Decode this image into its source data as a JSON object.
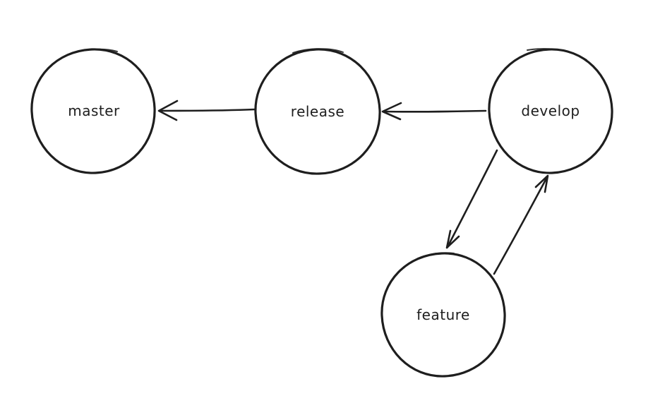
{
  "colors": {
    "ink": "#1e1e1e",
    "background": "#ffffff"
  },
  "diagram": {
    "type": "directed-graph",
    "style": "hand-drawn-sketch",
    "nodes": [
      {
        "id": "master",
        "label": "master",
        "shape": "circle"
      },
      {
        "id": "release",
        "label": "release",
        "shape": "circle"
      },
      {
        "id": "develop",
        "label": "develop",
        "shape": "circle"
      },
      {
        "id": "feature",
        "label": "feature",
        "shape": "circle"
      }
    ],
    "edges": [
      {
        "from": "release",
        "to": "master",
        "arrowhead": "open-v"
      },
      {
        "from": "develop",
        "to": "release",
        "arrowhead": "open-v"
      },
      {
        "from": "develop",
        "to": "feature",
        "arrowhead": "open-v"
      },
      {
        "from": "feature",
        "to": "develop",
        "arrowhead": "open-v"
      }
    ]
  }
}
